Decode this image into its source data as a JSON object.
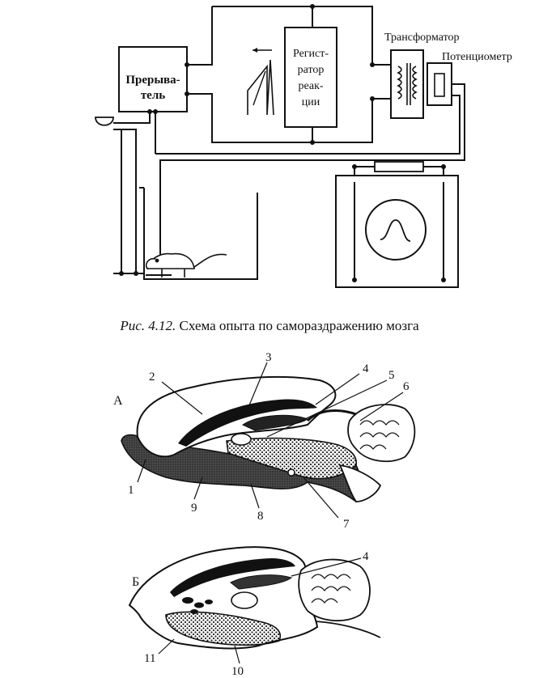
{
  "circuit": {
    "interrupter_line1": "Прерыва-",
    "interrupter_line2": "тель",
    "register_line1": "Регист-",
    "register_line2": "ратор",
    "register_line3": "реак-",
    "register_line4": "ции",
    "transformer": "Трансформатор",
    "potentiometer": "Потенциометр"
  },
  "caption": {
    "prefix": "Рис. 4.12.",
    "text": "Схема опыта по самораздражению мозга"
  },
  "brain_a": {
    "panel_label": "А",
    "numbers": [
      "1",
      "2",
      "3",
      "4",
      "5",
      "6",
      "7",
      "8",
      "9"
    ]
  },
  "brain_b": {
    "panel_label": "Б",
    "numbers": [
      "4",
      "10",
      "11"
    ]
  }
}
